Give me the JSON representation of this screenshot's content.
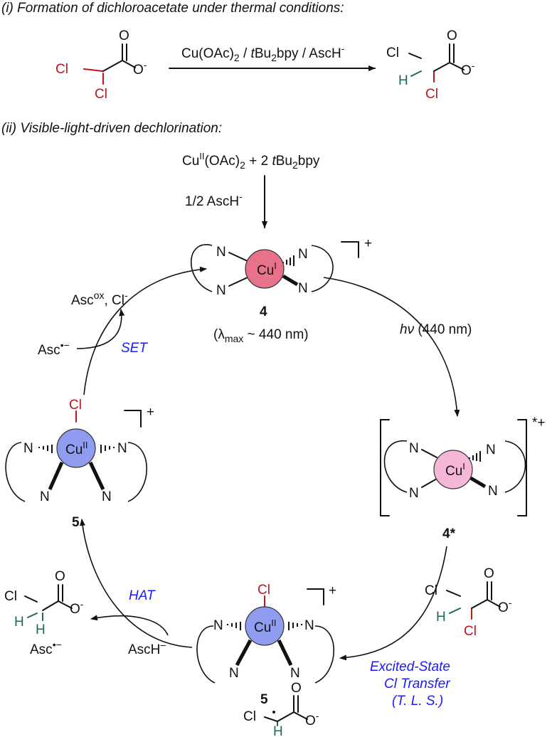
{
  "headings": {
    "part_i": "(i) Formation of dichloroacetate under thermal conditions:",
    "part_ii": "(ii) Visible-light-driven dechlorination:"
  },
  "atoms": {
    "cl": "Cl",
    "o": "O",
    "o_minus": "O",
    "minus": "-",
    "h": "H",
    "n": "N",
    "cu": "Cu",
    "cu_i_sup": "I",
    "cu_ii_sup": "II",
    "charge_plus": "+",
    "charge_excited_plus": "*+"
  },
  "reaction_i": {
    "reagents_a": "Cu(OAc)",
    "reagents_a_sub": "2",
    "reagents_b": " / ",
    "reagents_c": "t",
    "reagents_d": "Bu",
    "reagents_d_sub": "2",
    "reagents_e": "bpy / AscH",
    "reagents_e_sup": "-"
  },
  "precursor": {
    "cu": "Cu",
    "cu_sup": "II",
    "oac": "(OAc)",
    "oac_sub": "2",
    "plus2": " + 2 ",
    "t": "t",
    "bu": "Bu",
    "bu_sub": "2",
    "bpy": "bpy",
    "reductant": "1/2 AscH",
    "reductant_sup": "-"
  },
  "cycle": {
    "complex4_label": "4",
    "complex4_lambda_open": "(λ",
    "complex4_lambda_sub": "max",
    "complex4_lambda_rest": " ~ 440 nm)",
    "hv_label": "hν",
    "hv_rest": " (440 nm)",
    "complex4star_label": "4*",
    "complex5_label": "5",
    "step_set": "SET",
    "step_hat": "HAT",
    "step_ecl_1": "Excited-State",
    "step_ecl_2": "Cl Transfer",
    "step_ecl_3": "(T. L. S.)",
    "asc_ox": "Asc",
    "asc_ox_sup": "ox",
    "asc_ox_cl": ", Cl",
    "asc_ox_cl_sup": "-",
    "asc_radical": "Asc",
    "asc_radical_sup": "•−",
    "asch": "AscH",
    "asch_sup": "–",
    "asc_radical2": "Asc",
    "asc_radical2_sup": "•−"
  },
  "colors": {
    "cu_i_fill": "#e8728a",
    "cu_i_excited_fill": "#f6b6d6",
    "cu_ii_fill": "#8f9cf0",
    "chlorine_red": "#c0141c",
    "hydrogen_green": "#1e6b4a",
    "step_blue": "#1a1aff"
  }
}
